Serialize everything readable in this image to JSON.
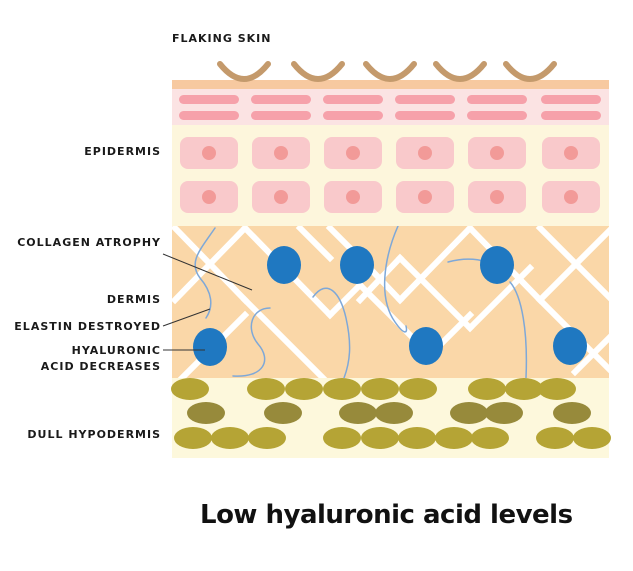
{
  "labels": {
    "flaking_skin": "FLAKING SKIN",
    "epidermis": "EPIDERMIS",
    "collagen_atrophy": "COLLAGEN ATROPHY",
    "dermis": "DERMIS",
    "elastin_destroyed": "ELASTIN DESTROYED",
    "hyaluronic_line1": "HYALURONIC",
    "hyaluronic_line2": "ACID DECREASES",
    "dull_hypodermis": "DULL HYPODERMIS"
  },
  "caption": "Low hyaluronic acid levels",
  "colors": {
    "flake": "#c49a6c",
    "stratum_top": "#f7c9a0",
    "stratum_band": "#fbe3e3",
    "stratum_cell": "#f6a1aa",
    "epidermis_bg": "#fdf6dc",
    "epidermis_cell": "#f9c9cb",
    "epidermis_nucleus": "#f29a98",
    "dermis_bg": "#fad7a8",
    "collagen": "#ffffff",
    "hyaluronic": "#1f78c1",
    "elastin": "#7ea8d8",
    "hypodermis_bg": "#fdf8dc",
    "fat_light": "#b5a435",
    "fat_dark": "#978a3b"
  }
}
